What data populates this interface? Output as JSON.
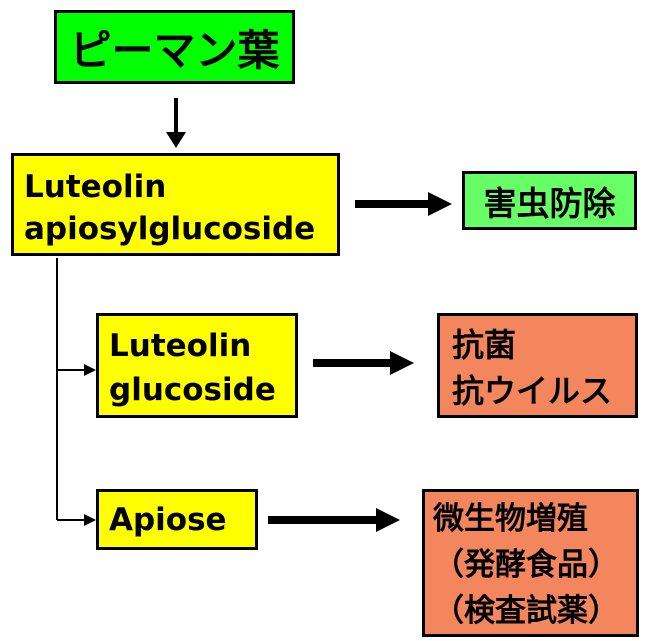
{
  "nodes": {
    "source": {
      "label": "ピーマン葉",
      "color": "#00ff00"
    },
    "luteolin_apiosylglucoside": {
      "line1": "Luteolin",
      "line2": "apiosylglucoside",
      "color": "#ffff00"
    },
    "insect_control": {
      "label": "害虫防除",
      "color": "#66ff66"
    },
    "luteolin_glucoside": {
      "line1": "Luteolin",
      "line2": "glucoside",
      "color": "#ffff00"
    },
    "antibacterial": {
      "line1": "抗菌",
      "line2": "抗ウイルス",
      "color": "#f4865e"
    },
    "apiose": {
      "label": "Apiose",
      "color": "#ffff00"
    },
    "microbe": {
      "line1": "微生物増殖",
      "line2": "（発酵食品）",
      "line3": "（検査試薬）",
      "color": "#f4865e"
    }
  }
}
